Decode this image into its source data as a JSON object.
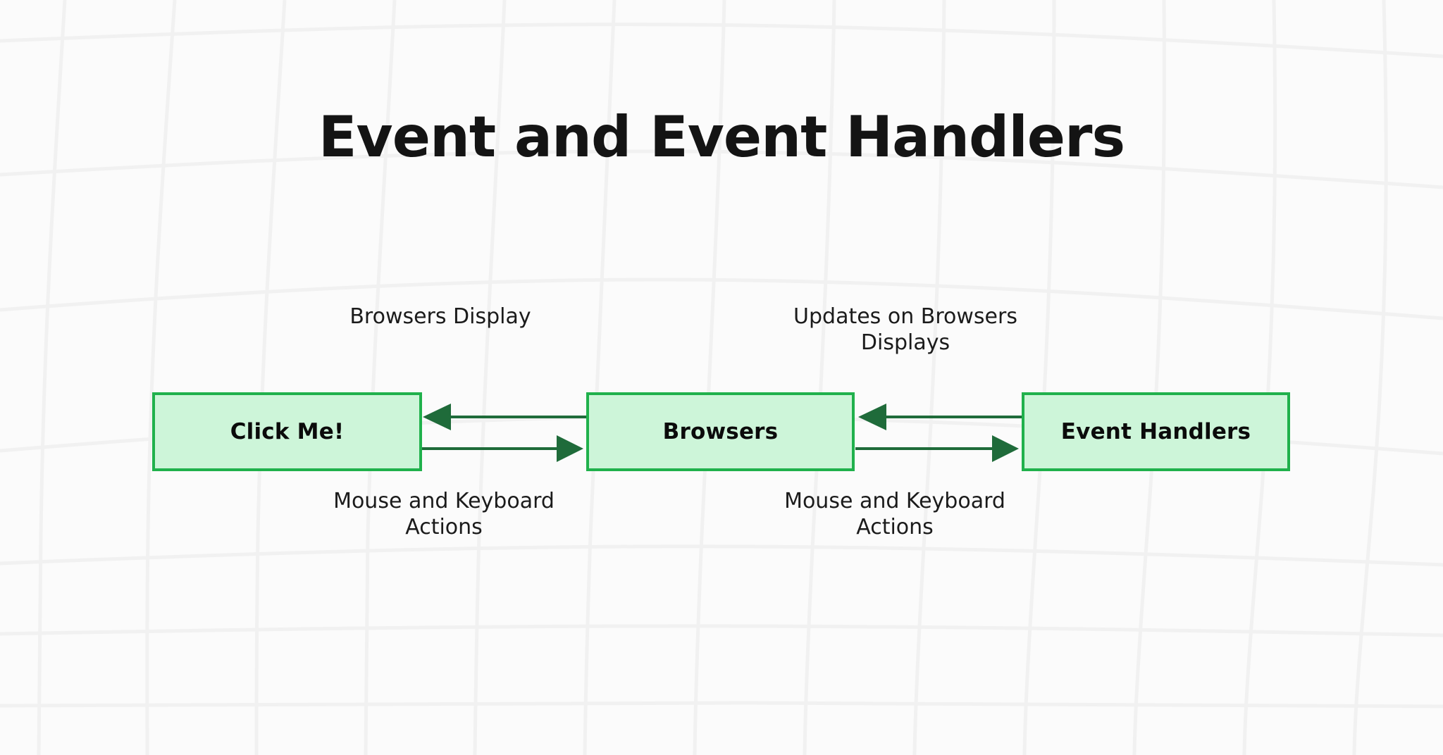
{
  "slide": {
    "title": "Event and Event Handlers",
    "background_color": "#fbfbfb",
    "grid_line_color": "#f1f1f1"
  },
  "theme": {
    "box_fill": "#cdf5d9",
    "box_border": "#20b14c",
    "arrow_color": "#1f6b3a",
    "text_color": "#0b0b0b",
    "label_color": "#1b1b1b"
  },
  "diagram": {
    "type": "flow",
    "nodes": [
      {
        "id": "click-me",
        "label": "Click Me!"
      },
      {
        "id": "browsers",
        "label": "Browsers"
      },
      {
        "id": "event-handlers",
        "label": "Event Handlers"
      }
    ],
    "edges": [
      {
        "id": "browsers-to-click-me",
        "from": "browsers",
        "to": "click-me",
        "direction": "left",
        "position": "above",
        "label": "Browsers Display"
      },
      {
        "id": "click-me-to-browsers",
        "from": "click-me",
        "to": "browsers",
        "direction": "right",
        "position": "below",
        "label": "Mouse and Keyboard\nActions"
      },
      {
        "id": "event-handlers-to-browsers",
        "from": "event-handlers",
        "to": "browsers",
        "direction": "left",
        "position": "above",
        "label": "Updates on Browsers\nDisplays"
      },
      {
        "id": "browsers-to-event-handlers",
        "from": "browsers",
        "to": "event-handlers",
        "direction": "right",
        "position": "below",
        "label": "Mouse and Keyboard\nActions"
      }
    ]
  }
}
